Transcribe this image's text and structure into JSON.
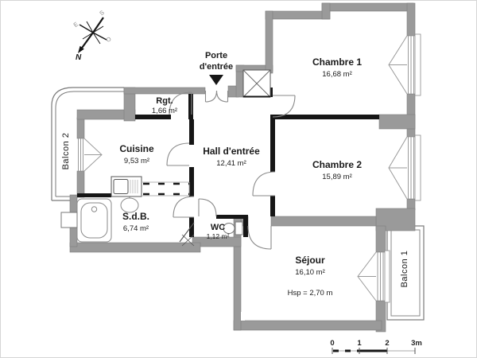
{
  "rooms": [
    {
      "name": "Chambre 1",
      "area": "16,68 m²"
    },
    {
      "name": "Chambre 2",
      "area": "15,89 m²"
    },
    {
      "name": "Hall d'entrée",
      "area": "12,41 m²"
    },
    {
      "name": "Cuisine",
      "area": "9,53 m²"
    },
    {
      "name": "Rgt.",
      "area": "1,66 m²"
    },
    {
      "name": "S.d.B.",
      "area": "6,74 m²"
    },
    {
      "name": "WC",
      "area": "1,12 m²"
    },
    {
      "name": "Séjour",
      "area": "16,10 m²",
      "ceiling_note": "Hsp = 2,70 m"
    }
  ],
  "balconies": [
    {
      "name": "Balcon 1"
    },
    {
      "name": "Balcon 2"
    }
  ],
  "entrance": {
    "label_lines": [
      "Porte",
      "d'entrée"
    ]
  },
  "compass": {
    "north": "N",
    "south": "S",
    "east": "E",
    "west": "O"
  },
  "scale_bar": {
    "ticks": [
      "0",
      "1",
      "2",
      "3m"
    ]
  },
  "colors": {
    "wall_gray": "#9a9a9a",
    "partition_black": "#161616",
    "line_gray": "#7a7a7a",
    "text": "#1a1a1a",
    "background": "#ffffff"
  }
}
